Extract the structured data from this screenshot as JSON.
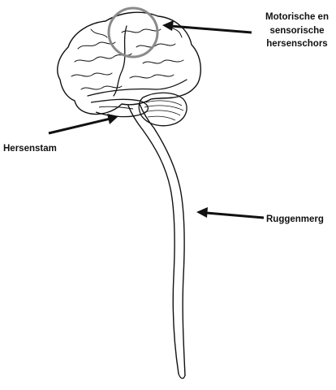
{
  "labels": {
    "cortex": [
      "Motorische en",
      "sensorische",
      "hersenschors"
    ],
    "brainstem": "Hersenstam",
    "spinal_cord": "Ruggenmerg"
  },
  "colors": {
    "outline": "#111111",
    "highlight_circle": "#8a8a8a",
    "background": "#ffffff"
  }
}
